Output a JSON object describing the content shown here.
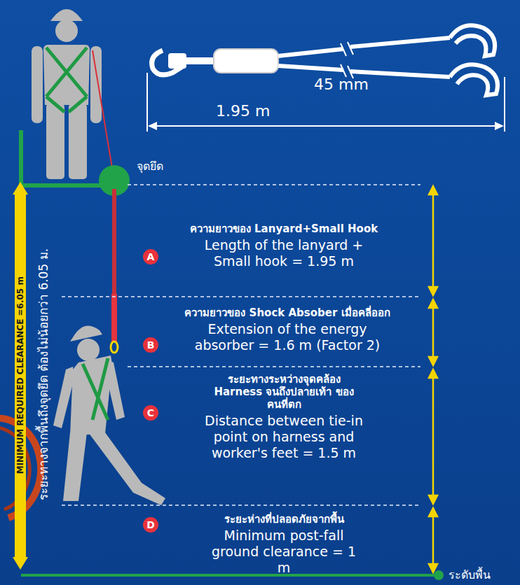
{
  "diagram": {
    "nodes": [
      {
        "text": [
          "A"
        ]
      },
      {
        "text": [
          "B"
        ]
      },
      {
        "text": [
          "C"
        ]
      },
      {
        "text": [
          "D"
        ]
      }
    ],
    "labels": [
      "45 mm",
      "1.95 m",
      "จุดยึด",
      "ความยาวของ Lanyard+Small Hook",
      "Length of the lanyard + Small hook = 1.95 m",
      "ความยาวของ Shock Absober เมื่อคลี่ออก",
      "Extension of the energy absorber = 1.6 m (Factor 2)",
      "ระยะทางระหว่างจุดคล้อง Harness จนถึงปลายเท้า ของคนที่ตก",
      "Distance between tie-in point on harness and worker's feet = 1.5 m",
      "ระยะห่างที่ปลอดภัยจากพื้น",
      "Minimum post-fall ground clearance = 1 m",
      "MINIMUM REQUIRED CLEARANCE =6.05 m",
      "ระยะทางจากพื้นถึงจุดยึด ต้องไม่น้อยกว่า 6.05 ม.",
      "ระดับพื้น"
    ]
  }
}
